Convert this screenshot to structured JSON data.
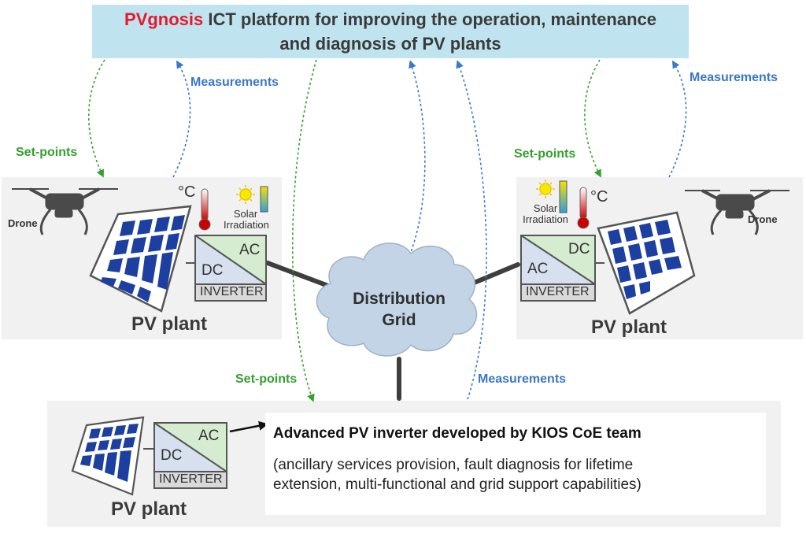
{
  "header": {
    "brand_red": "PVgnosis",
    "title_rest": " ICT platform for improving the operation, maintenance",
    "title_line2": "and diagnosis of PV plants"
  },
  "arrows": {
    "measurements": "Measurements",
    "set_points": "Set-points"
  },
  "left_plant": {
    "drone": "Drone",
    "temp_unit": "°C",
    "solar_line1": "Solar",
    "solar_line2": "Irradiation",
    "ac": "AC",
    "dc": "DC",
    "inverter": "INVERTER",
    "label": "PV plant"
  },
  "right_plant": {
    "drone": "Drone",
    "temp_unit": "°C",
    "solar_line1": "Solar",
    "solar_line2": "Irradiation",
    "ac": "AC",
    "dc": "DC",
    "inverter": "INVERTER",
    "label": "PV plant"
  },
  "grid": {
    "line1": "Distribution",
    "line2": "Grid"
  },
  "bottom_plant": {
    "ac": "AC",
    "dc": "DC",
    "inverter": "INVERTER",
    "label": "PV plant"
  },
  "description": {
    "title": "Advanced PV inverter developed by KIOS CoE team",
    "line1": "(ancillary services provision, fault diagnosis for lifetime",
    "line2": "extension, multi-functional and grid support capabilities)"
  },
  "colors": {
    "header_bg": "#bfe3ef",
    "brand_red": "#e8182c",
    "measure_blue": "#3b78c8",
    "setpoint_green": "#34a02f",
    "panel_cell": "#1d3fa0",
    "panel_bg": "#f1f1f1",
    "cloud": "#c3d4e6",
    "inverter_ac": "#d5ecd0",
    "inverter_dc": "#d6e0ee"
  }
}
